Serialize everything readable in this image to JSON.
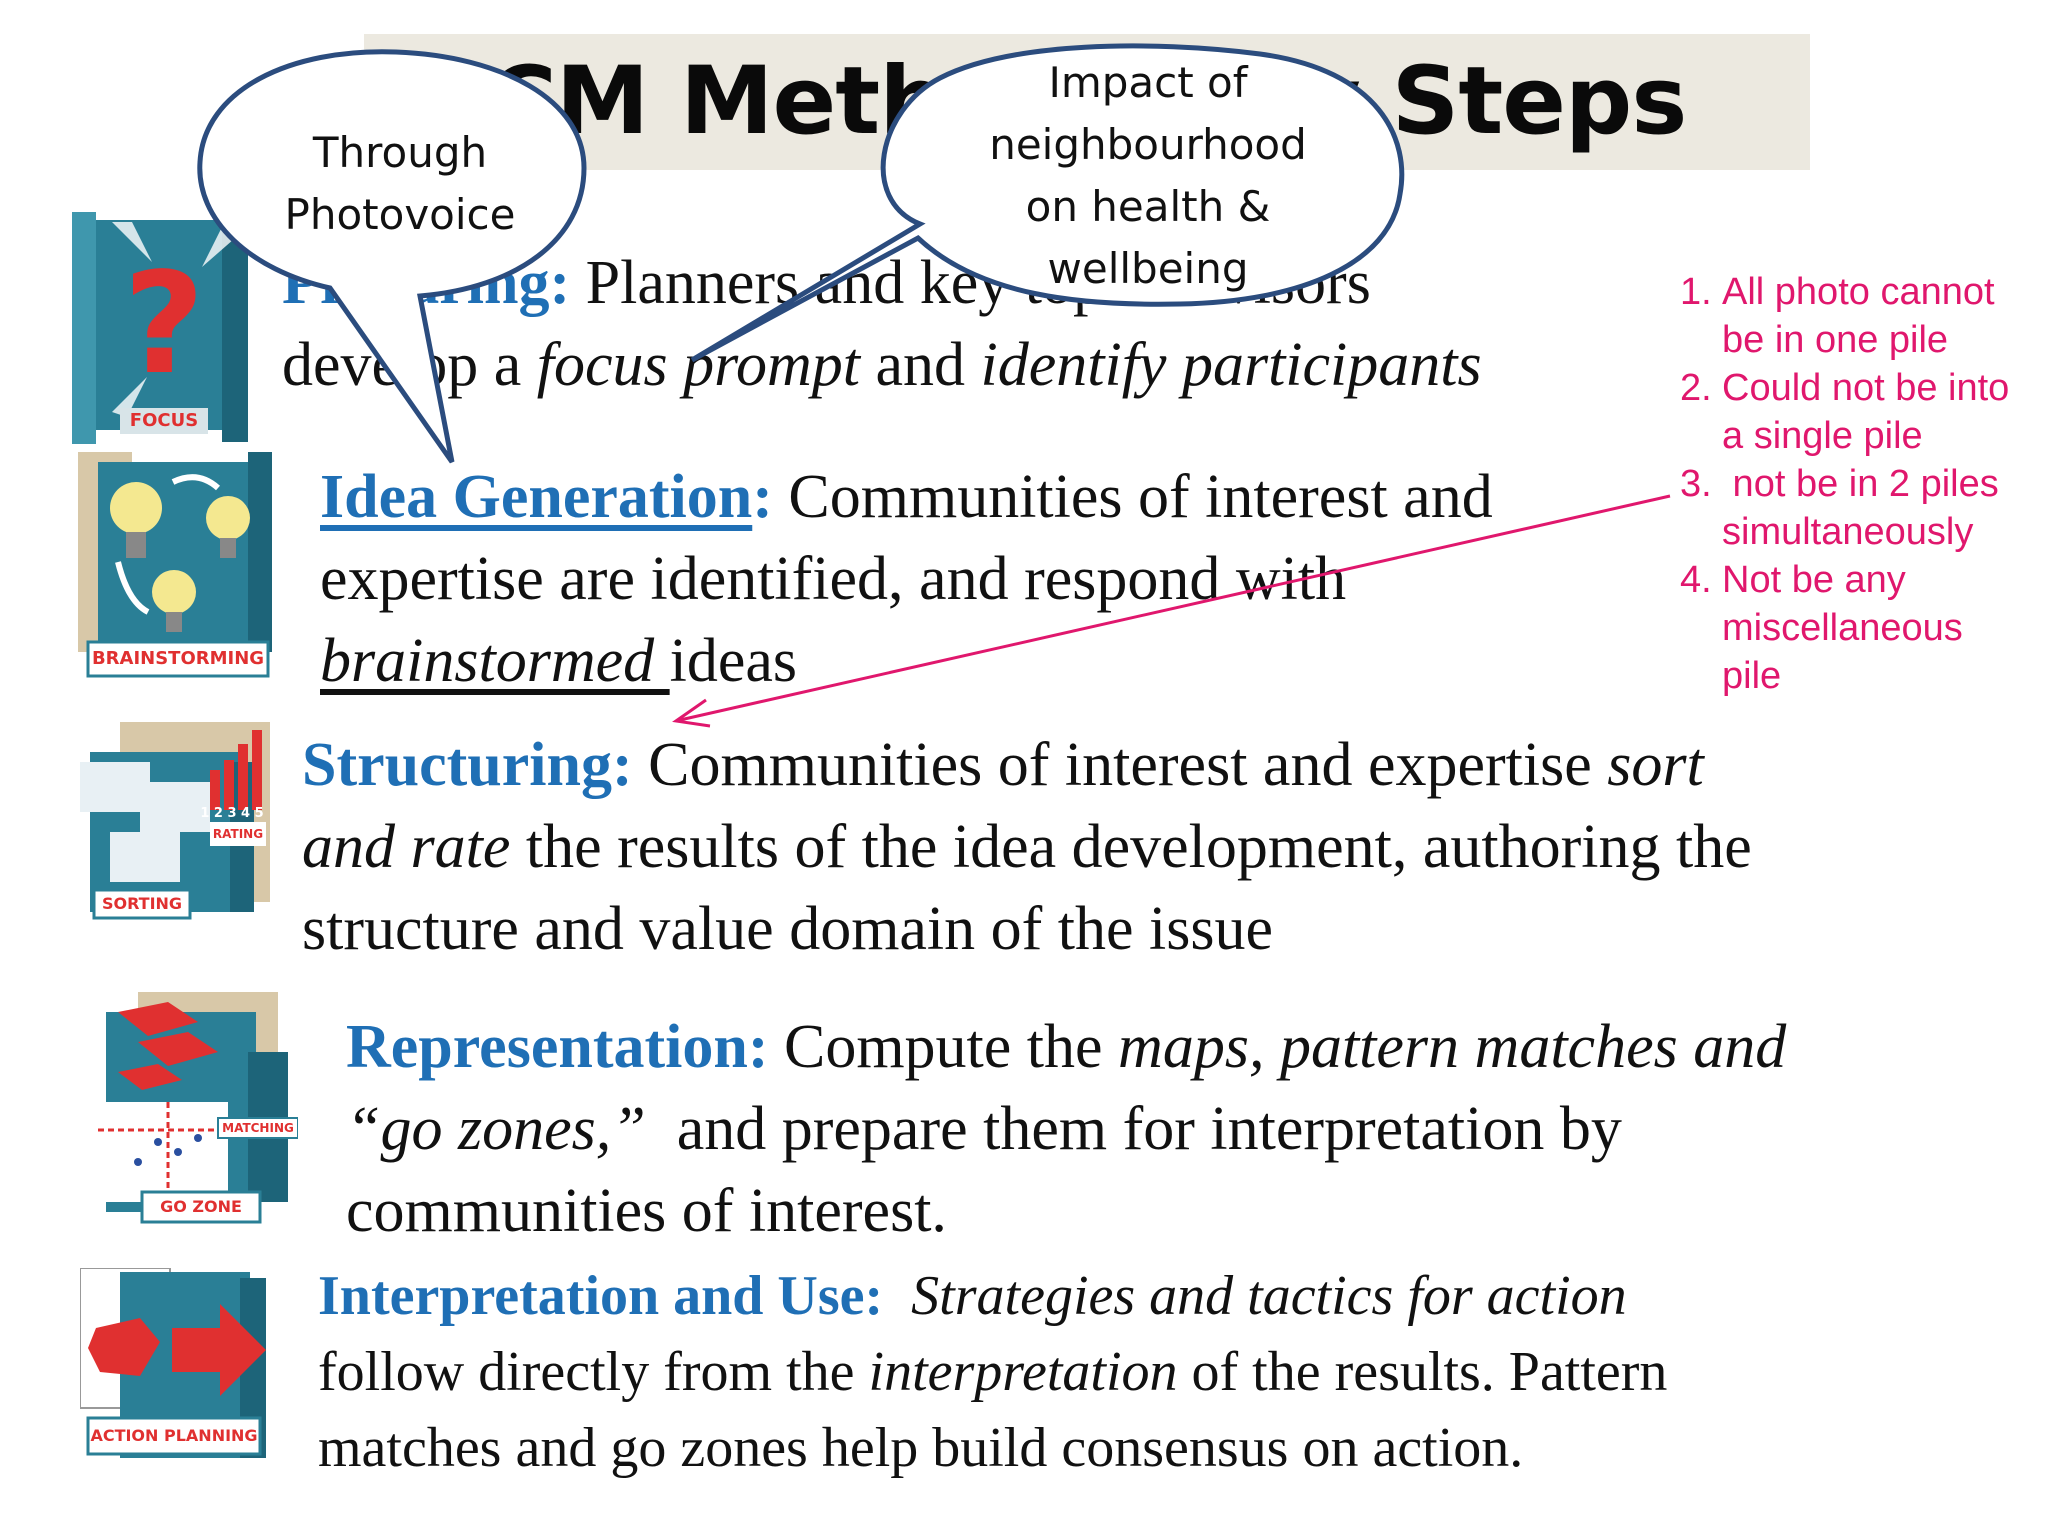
{
  "title": "CM Methodology Steps",
  "bubbles": {
    "left": [
      "Through",
      "Photovoice"
    ],
    "right": [
      "Impact of",
      "neighbourhood",
      "on health &",
      "wellbeing"
    ]
  },
  "steps": {
    "preparation": {
      "heading": "Preparing:",
      "t1": " Planners and key topic advisors",
      "t2": "develop a ",
      "t3": "focus prompt",
      "t4": " and ",
      "t5": "identify participants",
      "icon_label": "FOCUS"
    },
    "idea": {
      "heading": "Idea Generation",
      "colon": ":",
      "t1": " Communities of interest and",
      "t2": "expertise are identified, and respond with",
      "t3": "brainstormed ",
      "t4": "ideas",
      "icon_label": "BRAINSTORMING"
    },
    "structuring": {
      "heading": "Structuring:",
      "t1": " Communities of interest and expertise ",
      "t2": "sort",
      "t3": "and rate",
      "t4": " the results of the idea development, authoring the",
      "t5": "structure and value domain of the issue",
      "icon_label_top": "RATING",
      "icon_label_scale": "1 2 3 4 5",
      "icon_label": "SORTING"
    },
    "representation": {
      "heading": "Representation:",
      "t1": " Compute the ",
      "t2": "maps, pattern matches and",
      "t3": "“go zones,”",
      "t4": "  and prepare them for interpretation by",
      "t5": "communities of interest.",
      "icon_label_mid": "MATCHING",
      "icon_label": "GO ZONE"
    },
    "interpretation": {
      "heading": "Interpretation and Use:",
      "t1": "  ",
      "t2": "Strategies and tactics for action",
      "t3": "follow directly from the ",
      "t4": "interpretation",
      "t5": " of the results. Pattern",
      "t6": "matches and go zones help build consensus on action.",
      "icon_label": "ACTION PLANNING"
    }
  },
  "notes": [
    {
      "num": "1.",
      "lines": [
        "All photo cannot",
        "be in one pile"
      ]
    },
    {
      "num": "2.",
      "lines": [
        "Could not be into",
        "a single pile"
      ]
    },
    {
      "num": "3.",
      "lines": [
        " not be in 2 piles",
        "simultaneously"
      ]
    },
    {
      "num": "4.",
      "lines": [
        "Not be any",
        "miscellaneous",
        "pile"
      ]
    }
  ],
  "colors": {
    "heading_blue": "#1f6fb5",
    "note_pink": "#e0176d",
    "bubble_stroke": "#2b4c7e",
    "icon_teal": "#2a7f96",
    "icon_red": "#e03030"
  }
}
